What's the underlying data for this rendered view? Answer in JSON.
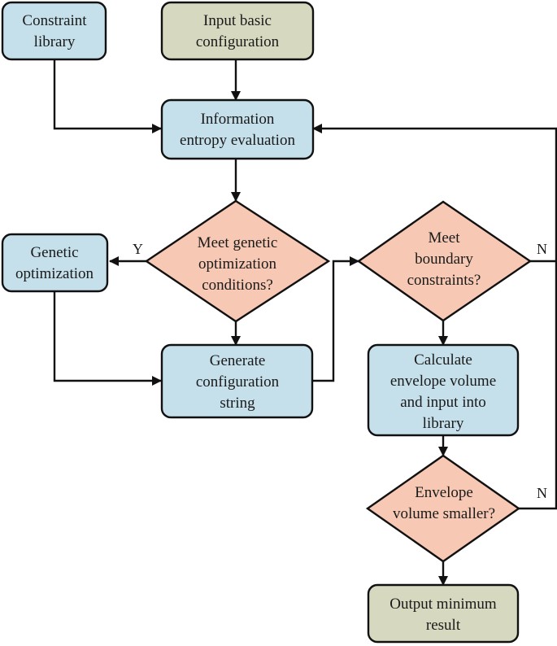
{
  "colors": {
    "process": "#c5e0eb",
    "terminal": "#d6d9bf",
    "decision": "#f7c9b4",
    "line": "#111111"
  },
  "nodes": {
    "constraint_library": [
      "Constraint",
      "library"
    ],
    "input_basic": [
      "Input basic",
      "configuration"
    ],
    "info_entropy": [
      "Information",
      "entropy evaluation"
    ],
    "genetic_optimization": [
      "Genetic",
      "optimization"
    ],
    "meet_genetic": [
      "Meet genetic",
      "optimization",
      "conditions?"
    ],
    "meet_boundary": [
      "Meet",
      "boundary",
      "constraints?"
    ],
    "generate_config": [
      "Generate",
      "configuration",
      "string"
    ],
    "calc_envelope": [
      "Calculate",
      "envelope volume",
      "and input into",
      "library"
    ],
    "envelope_smaller": [
      "Envelope",
      "volume smaller?"
    ],
    "output_min": [
      "Output minimum",
      "result"
    ]
  },
  "edge_labels": {
    "genetic_yes": "Y",
    "boundary_no": "N",
    "envelope_no": "N"
  }
}
